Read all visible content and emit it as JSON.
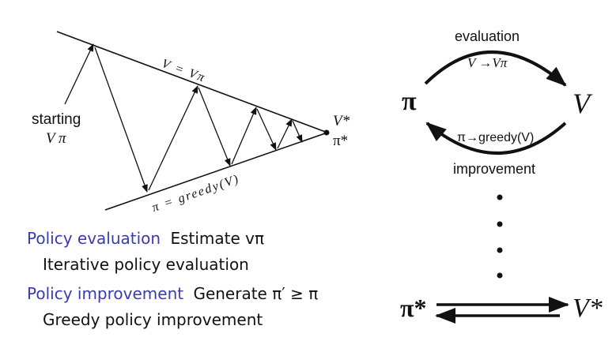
{
  "left_diagram": {
    "upper_line_label": "V = Vπ",
    "lower_line_label": "π = greedy(V)",
    "start_label_1": "starting",
    "start_label_2": "V  π",
    "end_label_1": "V*",
    "end_label_2": "π*"
  },
  "right_diagram": {
    "pi_label": "π",
    "v_label": "V",
    "top_arc_title": "evaluation",
    "top_arc_formula": "V →Vπ",
    "bottom_arc_formula": "π→greedy(V)",
    "bottom_arc_title": "improvement",
    "pi_star_label": "π*",
    "v_star_label": "V*"
  },
  "text_block": {
    "policy_evaluation_term": "Policy evaluation",
    "policy_evaluation_desc": "Estimate vπ",
    "policy_evaluation_detail": "Iterative policy evaluation",
    "policy_improvement_term": "Policy improvement",
    "policy_improvement_desc": "Generate π′ ≥ π",
    "policy_improvement_detail": "Greedy policy improvement"
  }
}
